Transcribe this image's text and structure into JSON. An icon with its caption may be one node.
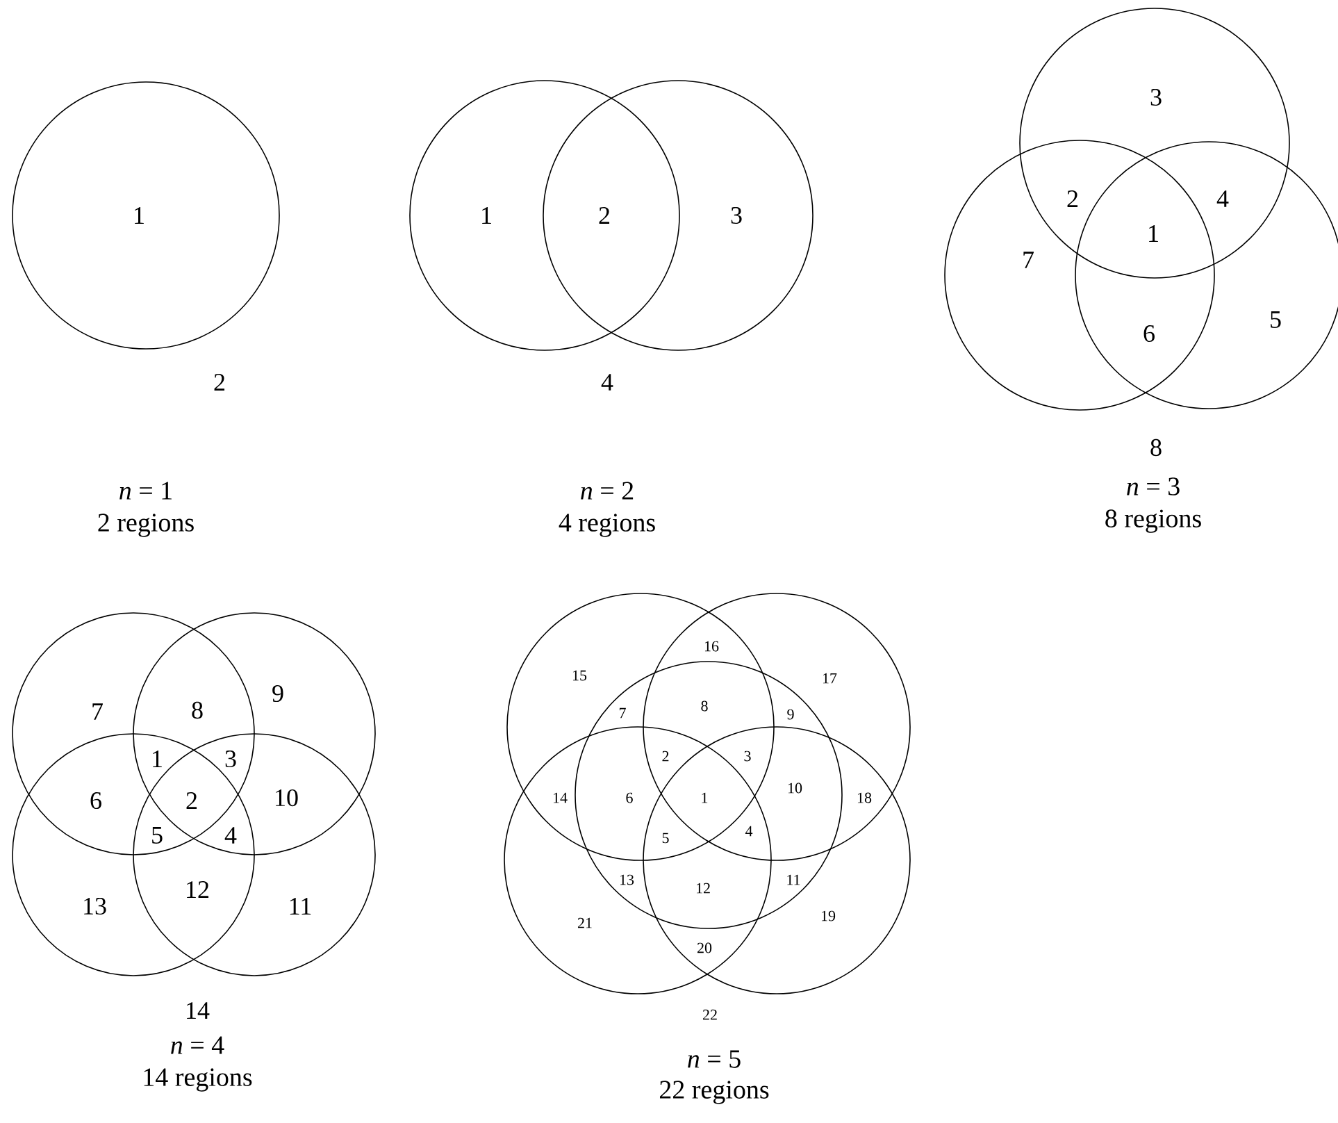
{
  "diagram": {
    "nodes": [
      {
        "text": [],
        "shape": "circle"
      },
      {
        "text": [],
        "shape": "circle"
      },
      {
        "text": [],
        "shape": "circle"
      },
      {
        "text": [],
        "shape": "circle"
      },
      {
        "text": [],
        "shape": "circle"
      },
      {
        "text": [],
        "shape": "circle"
      },
      {
        "text": [],
        "shape": "circle"
      },
      {
        "text": [],
        "shape": "circle"
      },
      {
        "text": [],
        "shape": "circle"
      },
      {
        "text": [],
        "shape": "circle"
      },
      {
        "text": [],
        "shape": "circle"
      },
      {
        "text": [],
        "shape": "circle"
      },
      {
        "text": [],
        "shape": "circle"
      },
      {
        "text": [],
        "shape": "circle"
      },
      {
        "text": [],
        "shape": "circle"
      }
    ],
    "labels": [
      "1",
      "2",
      "*n* = 1",
      "2 regions",
      "1",
      "2",
      "3",
      "4",
      "*n* = 2",
      "4 regions",
      "3",
      "2",
      "4",
      "1",
      "7",
      "6",
      "5",
      "8",
      "*n* = 3",
      "8 regions",
      "7",
      "8",
      "9",
      "1",
      "3",
      "6",
      "2",
      "10",
      "5",
      "4",
      "13",
      "12",
      "11",
      "14",
      "*n* = 4",
      "14 regions",
      "16",
      "15",
      "17",
      "8",
      "7",
      "9",
      "2",
      "3",
      "14",
      "6",
      "1",
      "10",
      "18",
      "5",
      "4",
      "13",
      "12",
      "11",
      "21",
      "19",
      "20",
      "22",
      "*n* = 5",
      "22 regions"
    ]
  }
}
